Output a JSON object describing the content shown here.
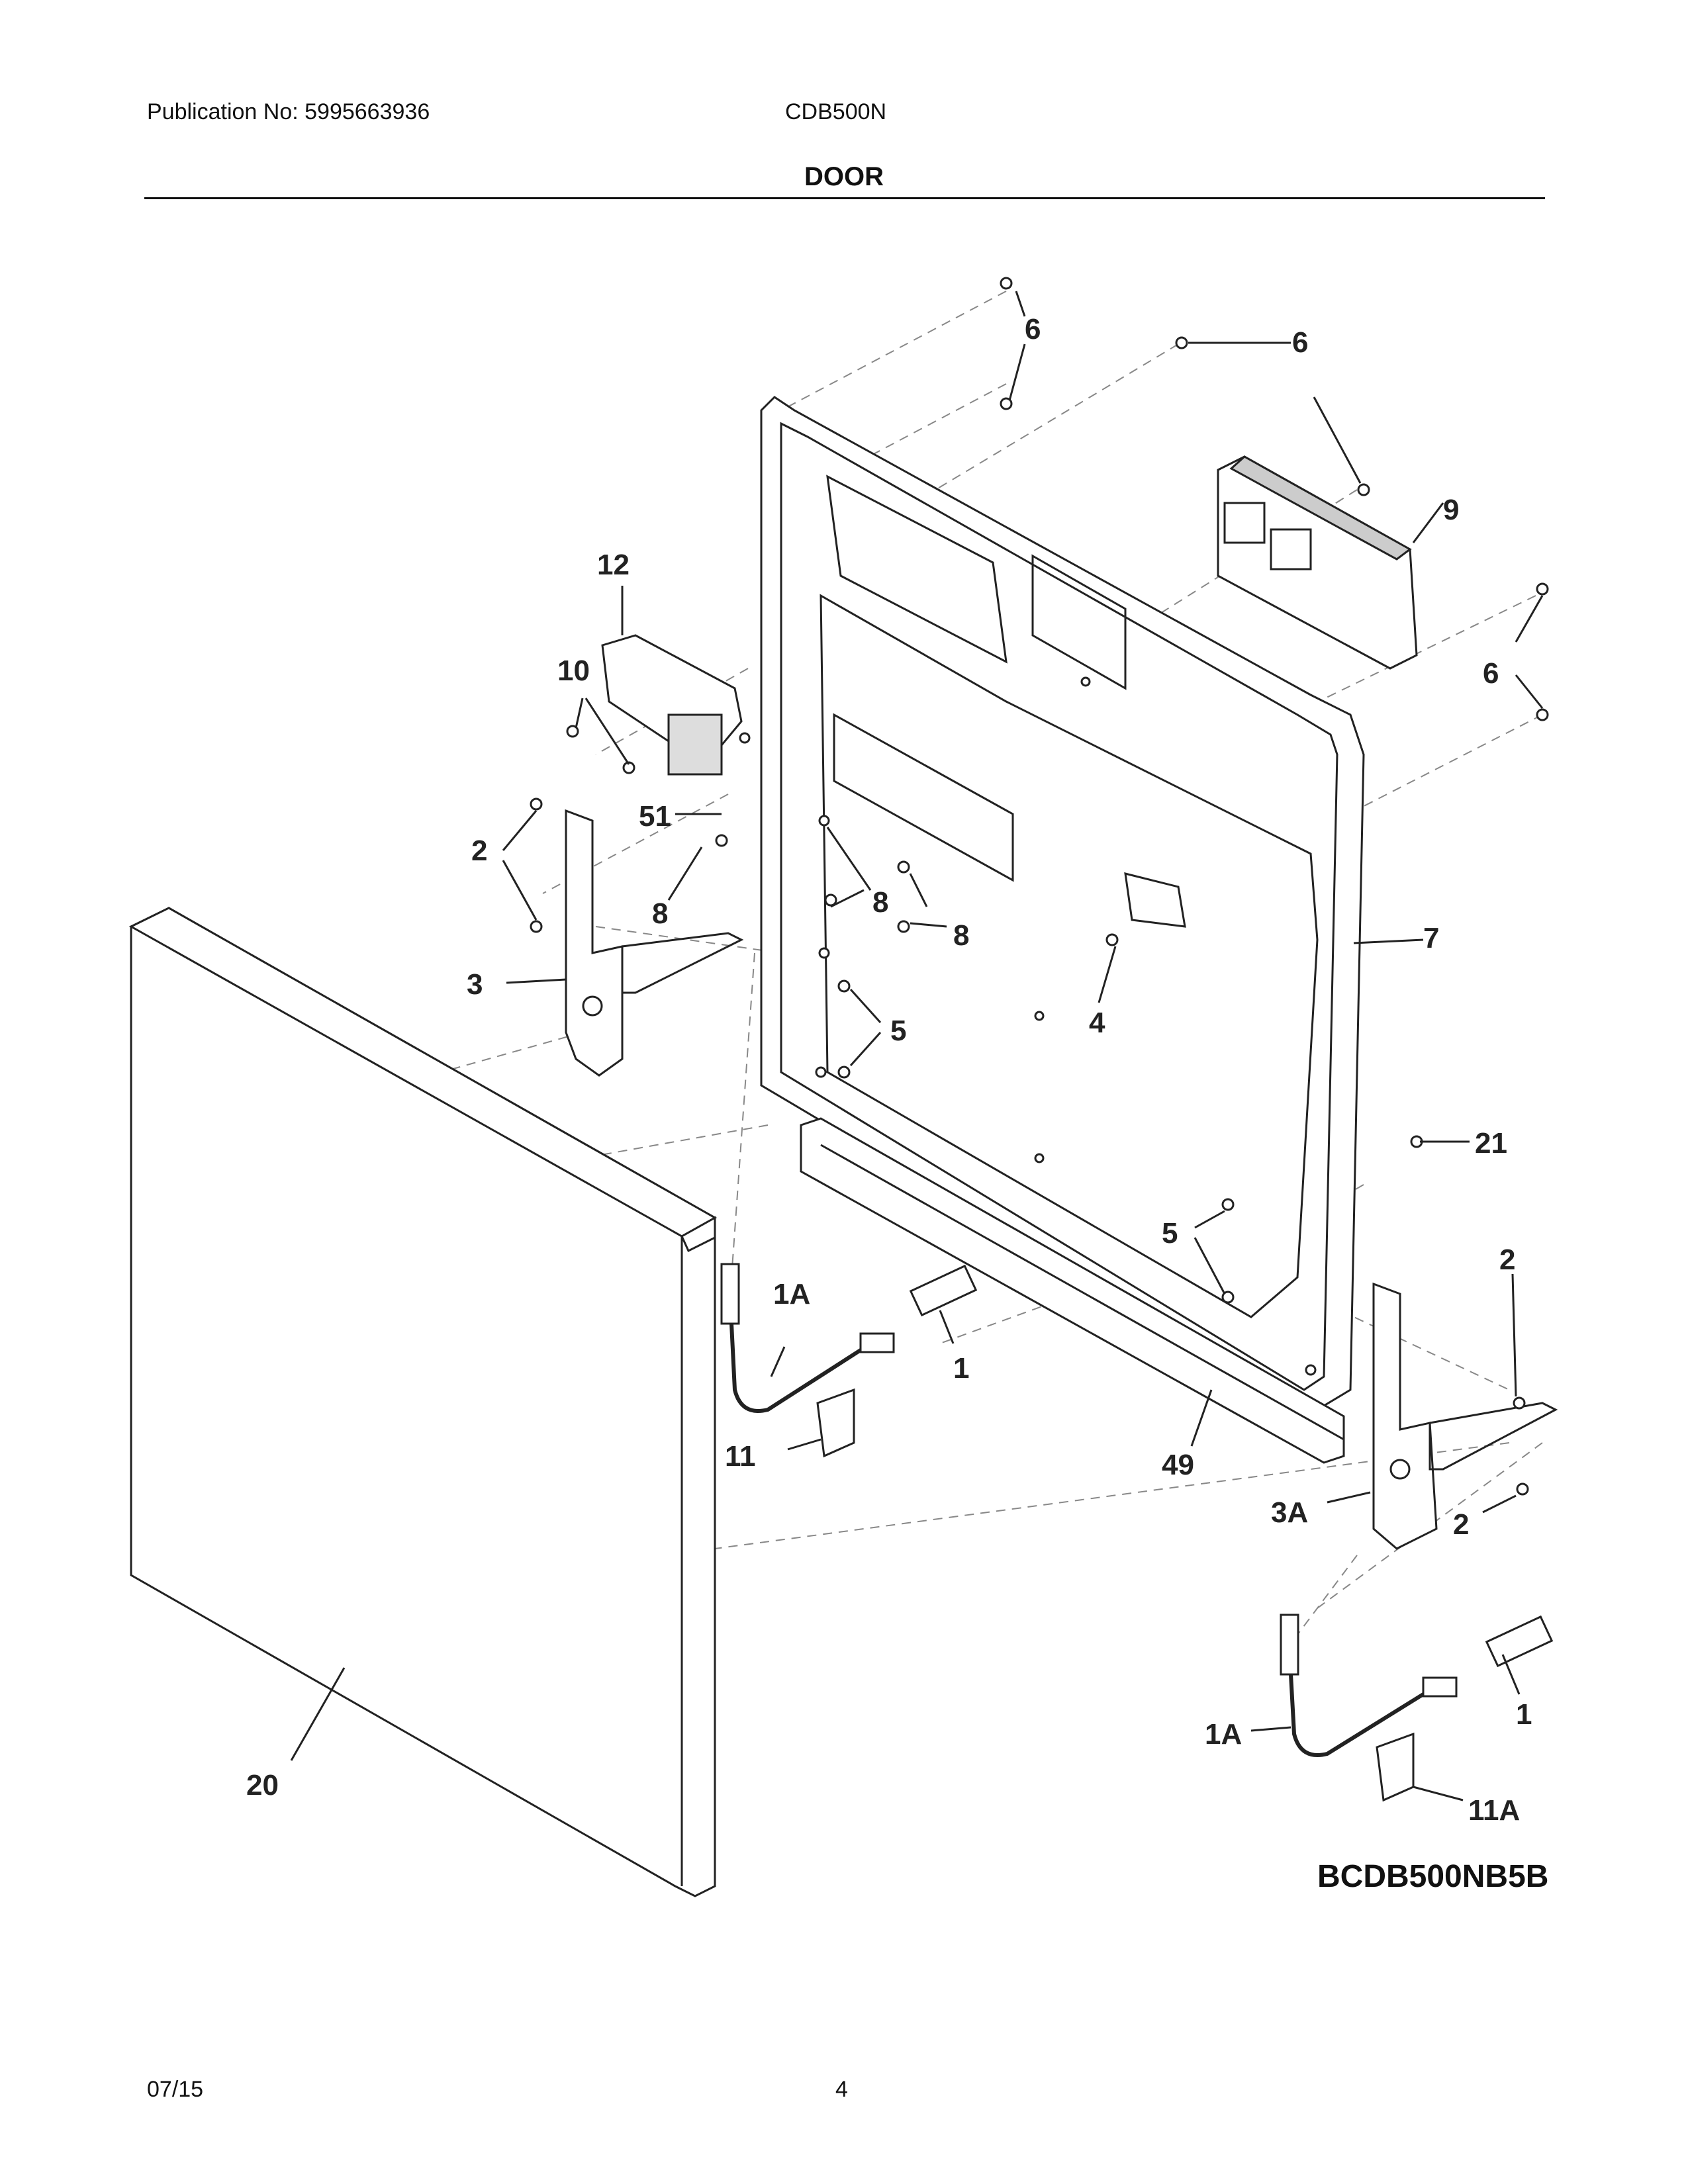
{
  "header": {
    "publication": "Publication No: 5995663936",
    "model": "CDB500N",
    "title": "DOOR"
  },
  "callouts": {
    "c6a": "6",
    "c6b": "6",
    "c6c": "6",
    "c9": "9",
    "c12": "12",
    "c10": "10",
    "c51": "51",
    "c2a": "2",
    "c8a": "8",
    "c8b": "8",
    "c8c": "8",
    "c7": "7",
    "c3": "3",
    "c4": "4",
    "c5a": "5",
    "c5b": "5",
    "c21": "21",
    "c2b": "2",
    "c1Aa": "1A",
    "c1a": "1",
    "c11": "11",
    "c49": "49",
    "c3A": "3A",
    "c2c": "2",
    "c1Ab": "1A",
    "c1b": "1",
    "c11A": "11A",
    "c20": "20"
  },
  "diagram_code": "BCDB500NB5B",
  "footer": {
    "date": "07/15",
    "page": "4"
  }
}
